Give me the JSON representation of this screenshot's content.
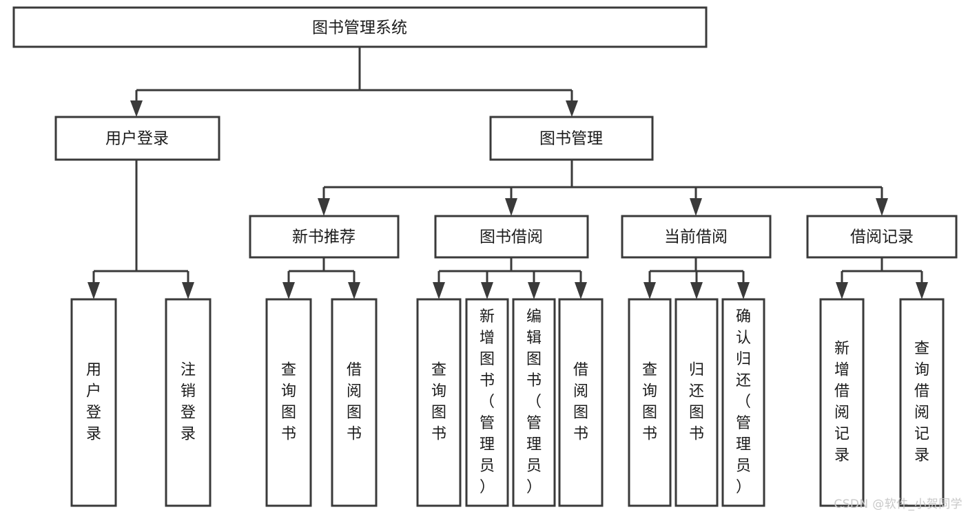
{
  "diagram": {
    "type": "tree-flowchart",
    "title": "图书管理系统",
    "watermark": "CSDN @软件_小贺同学",
    "colors": {
      "box_stroke": "#3a3a3a",
      "box_fill": "#ffffff",
      "text": "#1b1b1b",
      "background": "#ffffff",
      "watermark": "#c8c8c8"
    },
    "nodes": {
      "root": {
        "label": "图书管理系统"
      },
      "level2": [
        {
          "label": "用户登录"
        },
        {
          "label": "图书管理"
        }
      ],
      "level3": [
        {
          "label": "新书推荐"
        },
        {
          "label": "图书借阅"
        },
        {
          "label": "当前借阅"
        },
        {
          "label": "借阅记录"
        }
      ],
      "leaves": {
        "user_login": [
          {
            "label": "用户登录"
          },
          {
            "label": "注销登录"
          }
        ],
        "new_book": [
          {
            "label": "查询图书"
          },
          {
            "label": "借阅图书"
          }
        ],
        "borrow_book": [
          {
            "label": "查询图书"
          },
          {
            "label": "新增图书（管理员）"
          },
          {
            "label": "编辑图书（管理员）"
          },
          {
            "label": "借阅图书"
          }
        ],
        "current_borrow": [
          {
            "label": "查询图书"
          },
          {
            "label": "归还图书"
          },
          {
            "label": "确认归还（管理员）"
          }
        ],
        "borrow_record": [
          {
            "label": "新增借阅记录"
          },
          {
            "label": "查询借阅记录"
          }
        ]
      }
    }
  }
}
